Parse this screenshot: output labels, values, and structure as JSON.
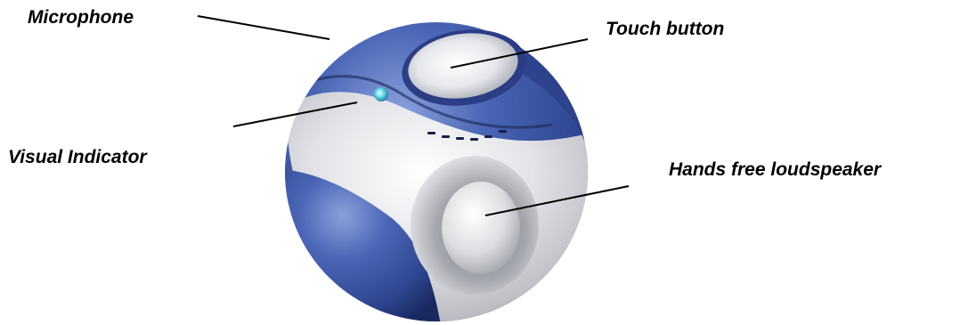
{
  "labels": {
    "microphone": "Microphone",
    "touch_button": "Touch button",
    "visual_indicator": "Visual Indicator",
    "loudspeaker": "Hands free loudspeaker"
  },
  "colors": {
    "shell_blue": "#3a55a0",
    "shell_dark": "#1f2f6e",
    "silver": "#d8d9dd",
    "indicator": "#5fd7e8"
  }
}
